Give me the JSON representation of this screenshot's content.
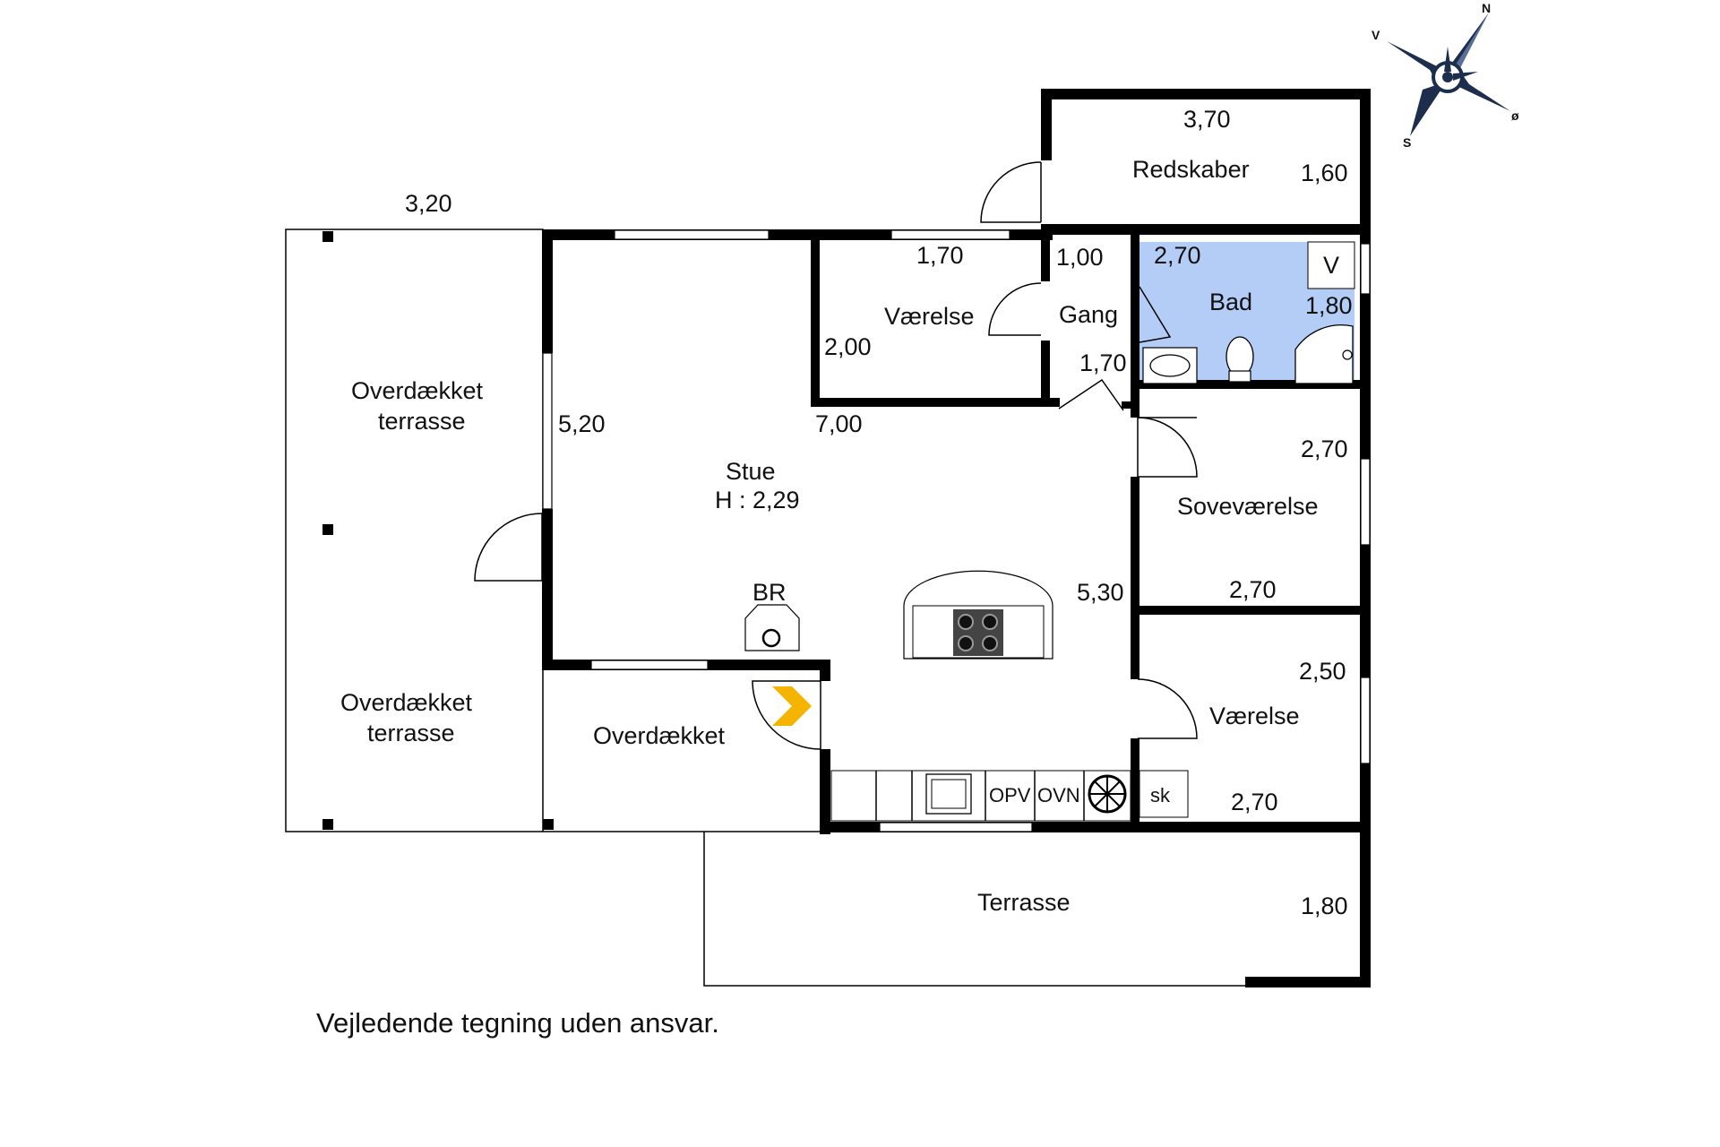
{
  "rooms": {
    "redskaber": "Redskaber",
    "vaerelse_top": "Værelse",
    "gang": "Gang",
    "bad": "Bad",
    "v_mark": "V",
    "stue": "Stue",
    "stue_height": "H : 2,29",
    "overdaekket_terrasse_1a": "Overdækket",
    "overdaekket_terrasse_1b": "terrasse",
    "overdaekket_terrasse_2a": "Overdækket",
    "overdaekket_terrasse_2b": "terrasse",
    "overdaekket": "Overdækket",
    "sovevaerelse": "Soveværelse",
    "vaerelse_bottom": "Værelse",
    "terrasse": "Terrasse",
    "br": "BR",
    "opv": "OPV",
    "ovn": "OVN",
    "sk": "sk"
  },
  "dimensions": {
    "redskaber_w": "3,70",
    "redskaber_h": "1,60",
    "terrasse_top": "3,20",
    "vaerelse_w": "1,70",
    "gang_w": "1,00",
    "bad_w": "2,70",
    "bad_h": "1,80",
    "vaerelse_h": "2,00",
    "gang_h": "1,70",
    "stue_h": "5,20",
    "stue_w": "7,00",
    "sove_h": "2,70",
    "sove_w": "2,70",
    "kitchen_h": "5,30",
    "vaer2_h": "2,50",
    "vaer2_w": "2,70",
    "terrasse_h": "1,80"
  },
  "compass": {
    "n": "N",
    "v": "V",
    "s": "S",
    "o": "ø"
  },
  "disclaimer": "Vejledende tegning uden ansvar.",
  "colors": {
    "bathroom": "#b3cdf7",
    "entrance_arrow": "#f5b400",
    "compass": "#1d2e4d"
  }
}
